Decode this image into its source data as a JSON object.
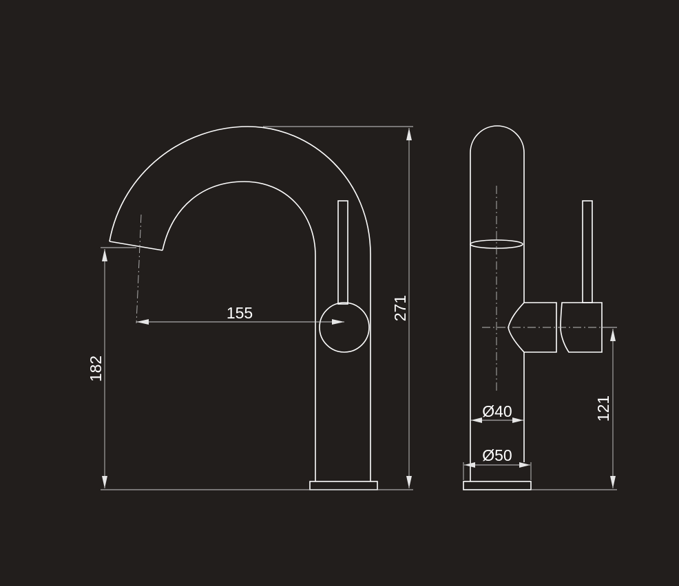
{
  "dimensions": {
    "reach": "155",
    "spout_height": "182",
    "total_height": "271",
    "handle_height": "121",
    "body_diameter": "Ø40",
    "base_diameter": "Ø50"
  },
  "colors": {
    "background": "#221e1c",
    "line": "#ffffff",
    "dimension": "#cfcfcf"
  }
}
